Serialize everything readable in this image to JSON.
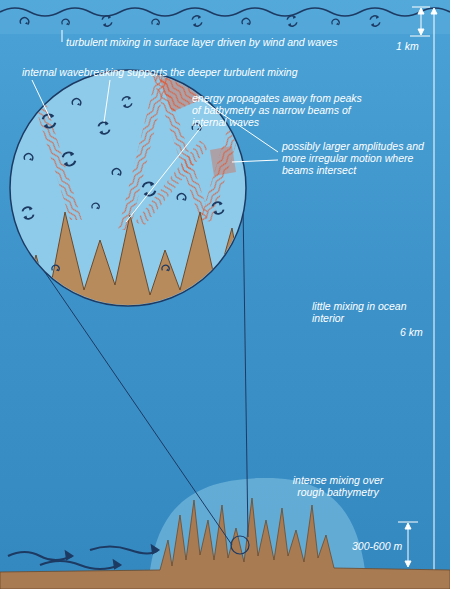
{
  "diagram": {
    "labels": [
      "turbulent mixing in surface layer driven by wind and waves",
      "1 km",
      "internal wavebreaking supports the deeper turbulent mixing",
      "energy propagates away from peaks of bathymetry as narrow beams of internal waves",
      "possibly larger amplitudes and more irregular motion where beams intersect",
      "little mixing in ocean interior",
      "6 km",
      "intense mixing over rough bathymetry",
      "300-600 m"
    ]
  }
}
